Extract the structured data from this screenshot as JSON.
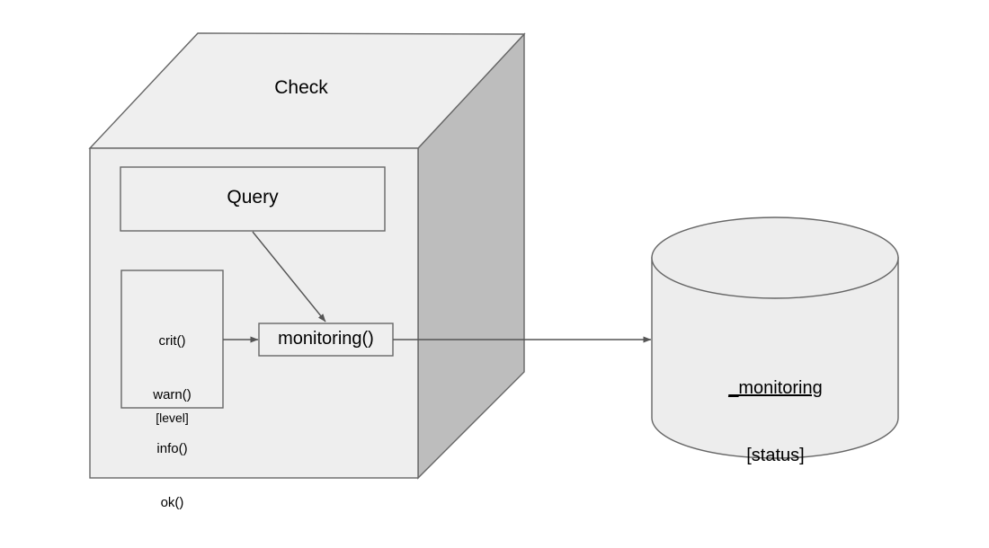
{
  "diagram": {
    "title_label": "Check",
    "colors": {
      "face_front": "#eeeeee",
      "face_top": "#efefef",
      "face_side": "#bdbdbd",
      "stroke": "#666666",
      "cylinder_fill": "#ededed",
      "arrow": "#555555",
      "background": "#ffffff"
    },
    "cube": {
      "name_label": "Check",
      "inner_boxes": [
        {
          "id": "query",
          "label": "Query"
        },
        {
          "id": "level",
          "caption": "[level]",
          "items": [
            "crit()",
            "warn()",
            "info()",
            "ok()"
          ]
        },
        {
          "id": "monitoring-fn",
          "label": "monitoring()"
        }
      ]
    },
    "datastore": {
      "name": "_monitoring",
      "subtitle": "[status]"
    },
    "connectors": [
      {
        "id": "level-to-monitoring",
        "from": "level",
        "to": "monitoring-fn",
        "style": "arrow"
      },
      {
        "id": "query-to-monitoring",
        "from": "query",
        "to": "monitoring-fn",
        "style": "arrow"
      },
      {
        "id": "monitoring-to-datastore",
        "from": "monitoring-fn",
        "to": "datastore",
        "style": "arrow"
      }
    ]
  }
}
